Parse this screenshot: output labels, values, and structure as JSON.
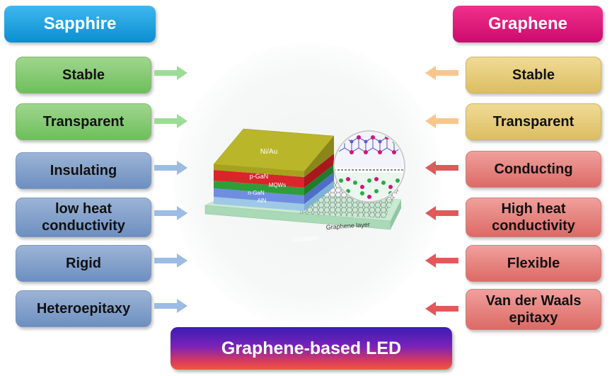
{
  "left_header": "Sapphire",
  "right_header": "Graphene",
  "left_items": [
    "Stable",
    "Transparent",
    "Insulating",
    "low heat conductivity",
    "Rigid",
    "Heteroepitaxy"
  ],
  "right_items": [
    "Stable",
    "Transparent",
    "Conducting",
    "High heat conductivity",
    "Flexible",
    "Van der Waals epitaxy"
  ],
  "bottom_title": "Graphene-based LED",
  "device_layers": {
    "top": "Ni/Au",
    "p": "p-GaN",
    "mqw": "MQWs",
    "n": "n-GaN",
    "aln": "AlN",
    "graphene": "Graphene layer",
    "substrate": "Substrate"
  },
  "colors": {
    "sapphire_header": "#0a8fd0",
    "graphene_header": "#cc0a6d",
    "green_box": "#6ebf5c",
    "blue_box": "#6d8fc0",
    "gold_box": "#dcbd62",
    "red_box": "#dc6a66"
  }
}
